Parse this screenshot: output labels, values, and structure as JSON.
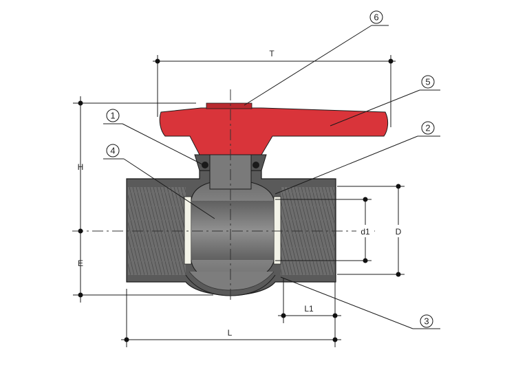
{
  "dimensions": {
    "T": "T",
    "H": "H",
    "E": "E",
    "d1": "d1",
    "D": "D",
    "L1": "L1",
    "L": "L"
  },
  "callouts": {
    "c1": "1",
    "c2": "2",
    "c3": "3",
    "c4": "4",
    "c5": "5",
    "c6": "6"
  },
  "colors": {
    "handle": "#d9343a",
    "body": "#555555",
    "ball": "#8a8a8a",
    "seat": "#f3f3e8"
  }
}
